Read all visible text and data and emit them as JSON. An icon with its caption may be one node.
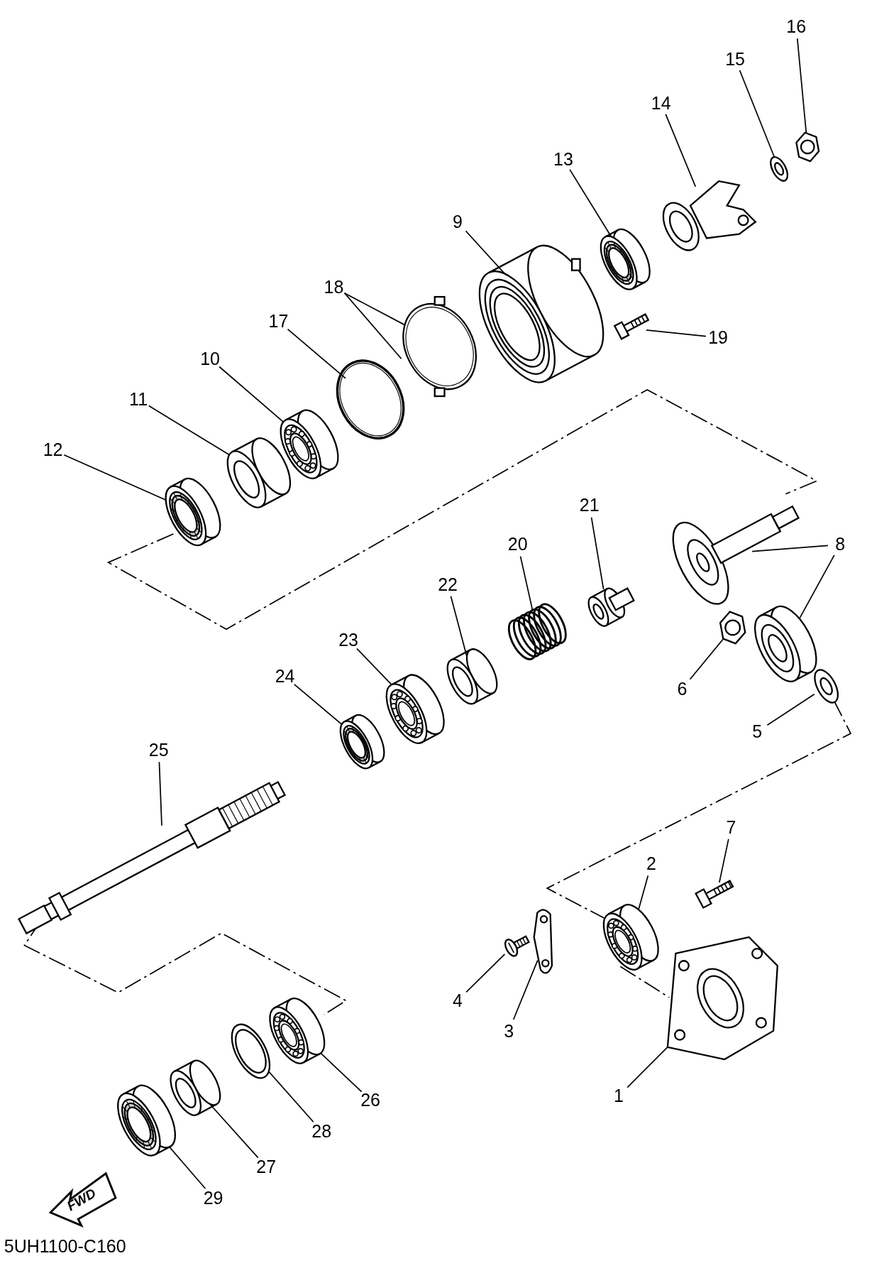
{
  "diagram": {
    "nodes": [
      {
        "text": [
          "1"
        ]
      },
      {
        "text": [
          "2"
        ]
      },
      {
        "text": [
          "3"
        ]
      },
      {
        "text": [
          "4"
        ]
      },
      {
        "text": [
          "5"
        ]
      },
      {
        "text": [
          "6"
        ]
      },
      {
        "text": [
          "7"
        ]
      },
      {
        "text": [
          "8"
        ]
      },
      {
        "text": [
          "9"
        ]
      },
      {
        "text": [
          "10"
        ]
      },
      {
        "text": [
          "11"
        ]
      },
      {
        "text": [
          "12"
        ]
      },
      {
        "text": [
          "13"
        ]
      },
      {
        "text": [
          "14"
        ]
      },
      {
        "text": [
          "15"
        ]
      },
      {
        "text": [
          "16"
        ]
      },
      {
        "text": [
          "17"
        ]
      },
      {
        "text": [
          "18"
        ]
      },
      {
        "text": [
          "19"
        ]
      },
      {
        "text": [
          "20"
        ]
      },
      {
        "text": [
          "21"
        ]
      },
      {
        "text": [
          "22"
        ]
      },
      {
        "text": [
          "23"
        ]
      },
      {
        "text": [
          "24"
        ]
      },
      {
        "text": [
          "25"
        ]
      },
      {
        "text": [
          "26"
        ]
      },
      {
        "text": [
          "27"
        ]
      },
      {
        "text": [
          "28"
        ]
      },
      {
        "text": [
          "29"
        ]
      },
      {
        "text": [],
        "shape": "picture"
      },
      {
        "text": [],
        "shape": "picture"
      },
      {
        "text": [],
        "shape": "picture"
      },
      {
        "text": [],
        "shape": "picture"
      },
      {
        "text": [],
        "shape": "picture"
      },
      {
        "text": [],
        "shape": "picture"
      },
      {
        "text": [],
        "shape": "picture"
      },
      {
        "text": [],
        "shape": "picture"
      },
      {
        "text": [],
        "shape": "picture"
      },
      {
        "text": [],
        "shape": "picture"
      },
      {
        "text": [],
        "shape": "picture"
      },
      {
        "text": [],
        "shape": "picture"
      },
      {
        "text": [],
        "shape": "picture"
      },
      {
        "text": [],
        "shape": "picture"
      },
      {
        "text": [],
        "shape": "picture"
      },
      {
        "text": [],
        "shape": "picture"
      },
      {
        "text": [],
        "shape": "picture"
      },
      {
        "text": [],
        "shape": "picture"
      },
      {
        "text": [],
        "shape": "picture"
      },
      {
        "text": [],
        "shape": "picture"
      },
      {
        "text": [],
        "shape": "picture"
      },
      {
        "text": [],
        "shape": "picture"
      },
      {
        "text": [],
        "shape": "picture"
      },
      {
        "text": [],
        "shape": "picture"
      },
      {
        "text": [],
        "shape": "picture"
      },
      {
        "text": [],
        "shape": "picture"
      },
      {
        "text": [],
        "shape": "picture"
      },
      {
        "text": [],
        "shape": "picture"
      },
      {
        "text": [],
        "shape": "picture"
      },
      {
        "text": [],
        "shape": "picture"
      }
    ],
    "edges": [
      {
        "from": 0,
        "to": 29,
        "arrow": "none"
      },
      {
        "from": 1,
        "to": 30,
        "arrow": "none"
      },
      {
        "from": 2,
        "to": 31,
        "arrow": "none"
      },
      {
        "from": 3,
        "to": 32,
        "arrow": "none"
      },
      {
        "from": 4,
        "to": 33,
        "arrow": "none"
      },
      {
        "from": 5,
        "to": 34,
        "arrow": "none"
      },
      {
        "from": 6,
        "to": 35,
        "arrow": "none"
      },
      {
        "from": 7,
        "to": 36,
        "arrow": "none"
      },
      {
        "from": 8,
        "to": 37,
        "arrow": "none"
      },
      {
        "from": 9,
        "to": 38,
        "arrow": "none"
      },
      {
        "from": 10,
        "to": 39,
        "arrow": "none"
      },
      {
        "from": 11,
        "to": 40,
        "arrow": "none"
      },
      {
        "from": 12,
        "to": 41,
        "arrow": "none"
      },
      {
        "from": 13,
        "to": 42,
        "arrow": "none"
      },
      {
        "from": 14,
        "to": 43,
        "arrow": "none"
      },
      {
        "from": 15,
        "to": 44,
        "arrow": "none"
      },
      {
        "from": 16,
        "to": 45,
        "arrow": "none"
      },
      {
        "from": 17,
        "to": 46,
        "arrow": "none"
      },
      {
        "from": 18,
        "to": 47,
        "arrow": "none"
      },
      {
        "from": 19,
        "to": 48,
        "arrow": "none"
      },
      {
        "from": 20,
        "to": 49,
        "arrow": "none"
      },
      {
        "from": 21,
        "to": 50,
        "arrow": "none"
      },
      {
        "from": 22,
        "to": 51,
        "arrow": "none"
      },
      {
        "from": 23,
        "to": 52,
        "arrow": "none"
      },
      {
        "from": 24,
        "to": 53,
        "arrow": "none"
      },
      {
        "from": 25,
        "to": 54,
        "arrow": "none"
      },
      {
        "from": 26,
        "to": 55,
        "arrow": "none"
      },
      {
        "from": 27,
        "to": 56,
        "arrow": "none"
      },
      {
        "from": 28,
        "to": 57,
        "arrow": "none"
      },
      {
        "from": 7,
        "to": 58,
        "arrow": "none"
      },
      {
        "from": 17,
        "to": 46,
        "arrow": "none"
      },
      {
        "from": 40,
        "to": 36,
        "arrow": "none",
        "style": "dashed"
      },
      {
        "from": 30,
        "to": 33,
        "arrow": "none",
        "style": "dashed"
      },
      {
        "from": 53,
        "to": 54,
        "arrow": "none",
        "style": "dashed"
      },
      {
        "from": 30,
        "to": 29,
        "arrow": "none",
        "style": "dashed"
      }
    ],
    "labels": [
      "FWD",
      "5UH1100-C160"
    ]
  }
}
